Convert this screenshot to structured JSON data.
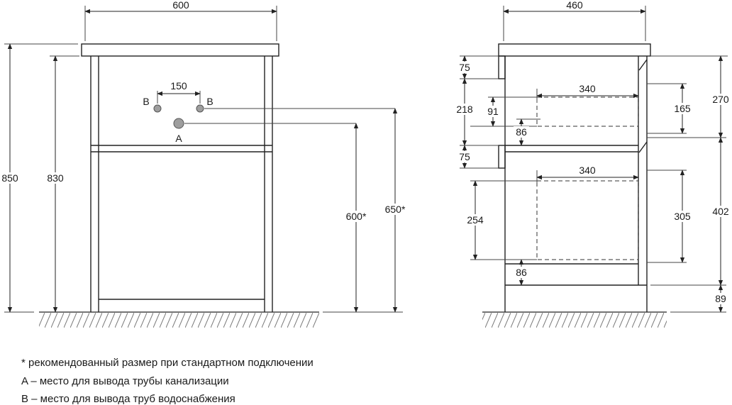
{
  "front_view": {
    "width": "600",
    "hole_spacing": "150",
    "point_b_left": "B",
    "point_b_right": "B",
    "point_a": "A",
    "total_height": "850",
    "body_height": "830",
    "drain_outlet_height": "600*",
    "supply_outlet_height": "650*"
  },
  "side_view": {
    "depth": "460",
    "top_rail_height": "75",
    "upper_section_height": "218",
    "upper_drawer_inner_height": "91",
    "upper_drawer_gap": "86",
    "mid_rail_height": "75",
    "upper_drawer_depth": "340",
    "upper_front_height": "165",
    "upper_total_height": "270",
    "lower_drawer_depth": "340",
    "lower_front_height": "305",
    "lower_total_height": "402",
    "lower_drawer_inner_height": "254",
    "lower_drawer_gap": "86",
    "plinth_height": "89"
  },
  "footnotes": {
    "star": "* рекомендованный размер при стандартном подключении",
    "a": "A – место для вывода трубы канализации",
    "b": "B – место для вывода труб водоснабжения"
  },
  "colors": {
    "line": "#222222",
    "hatch": "#777777",
    "hole_fill": "#9e9e9e",
    "background": "#ffffff"
  }
}
